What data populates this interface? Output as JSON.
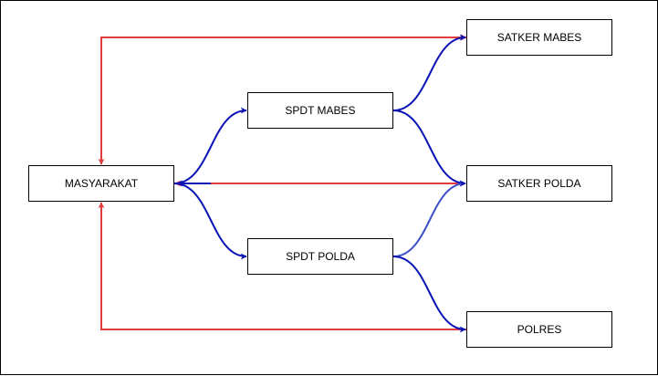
{
  "colors": {
    "red_edge": "#e03c3c",
    "blue_edge": "#0a14b4",
    "blue_edge_faint": "#3c50c8",
    "node_border": "#000000",
    "background": "#ffffff"
  },
  "nodes": {
    "masyarakat": "MASYARAKAT",
    "spdt_mabes": "SPDT MABES",
    "spdt_polda": "SPDT POLDA",
    "satker_mabes": "SATKER MABES",
    "satker_polda": "SATKER POLDA",
    "polres": "POLRES"
  },
  "edges": [
    {
      "from": "masyarakat",
      "to": "spdt_mabes",
      "color": "blue"
    },
    {
      "from": "masyarakat",
      "to": "spdt_polda",
      "color": "blue"
    },
    {
      "from": "spdt_mabes",
      "to": "satker_mabes",
      "color": "blue"
    },
    {
      "from": "spdt_mabes",
      "to": "satker_polda",
      "color": "blue"
    },
    {
      "from": "spdt_polda",
      "to": "satker_polda",
      "color": "blue"
    },
    {
      "from": "spdt_polda",
      "to": "polres",
      "color": "blue"
    },
    {
      "from": "satker_mabes",
      "to": "masyarakat",
      "color": "red"
    },
    {
      "from": "masyarakat",
      "to": "satker_polda",
      "color": "red"
    },
    {
      "from": "satker_polda",
      "to": "masyarakat",
      "color": "red"
    },
    {
      "from": "polres",
      "to": "masyarakat",
      "color": "red"
    }
  ]
}
